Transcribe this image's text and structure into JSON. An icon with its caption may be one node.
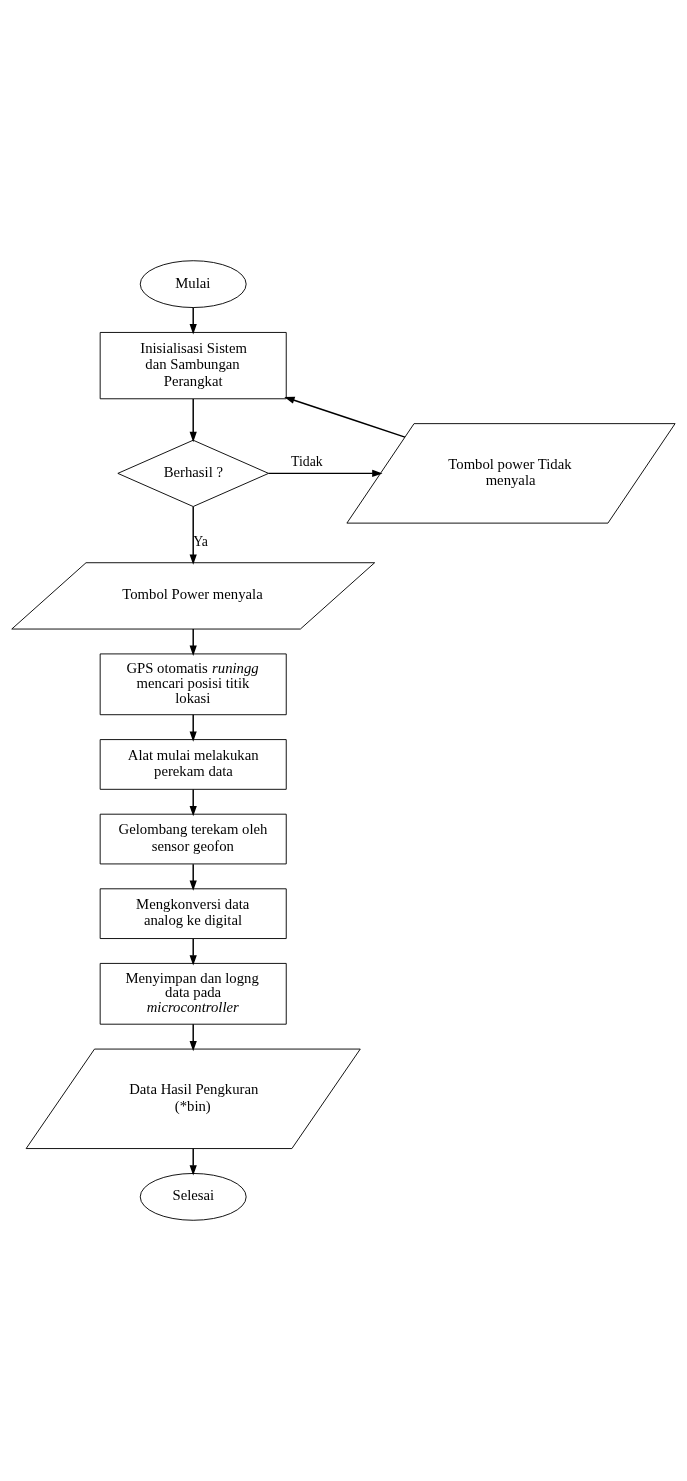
{
  "diagram": {
    "nodes": [
      {
        "text": [
          "Mulai"
        ]
      },
      {
        "text": [
          "Inisialisasi Sistem dan Sambungan Perangkat"
        ]
      },
      {
        "text": [
          "Berhasil ?"
        ]
      },
      {
        "text": [
          "Tombol power Tidak menyala"
        ]
      },
      {
        "text": [
          "Tombol Power menyala"
        ]
      },
      {
        "text": [
          "GPS otomatis *runingg* mencari posisi titik lokasi"
        ]
      },
      {
        "text": [
          "Alat mulai melakukan perekam data"
        ]
      },
      {
        "text": [
          "Gelombang terekam oleh sensor geofon"
        ]
      },
      {
        "text": [
          "Mengkonversi data analog ke digital"
        ]
      },
      {
        "text": [
          "Menyimpan dan logng data pada *microcontroller*"
        ]
      },
      {
        "text": [
          "Data Hasil Pengkuran (*bin)"
        ]
      },
      {
        "text": [
          "Selesai"
        ]
      }
    ],
    "edges": [
      {
        "from": 0,
        "to": 1,
        "arrow": "to"
      },
      {
        "from": 1,
        "to": 2,
        "arrow": "to"
      },
      {
        "from": 2,
        "to": 3,
        "arrow": "to",
        "label": "Tidak"
      },
      {
        "from": 3,
        "to": 1,
        "arrow": "to"
      },
      {
        "from": 2,
        "to": 4,
        "arrow": "to",
        "label": "Ya"
      },
      {
        "from": 4,
        "to": 5,
        "arrow": "to"
      },
      {
        "from": 5,
        "to": 6,
        "arrow": "to"
      },
      {
        "from": 6,
        "to": 7,
        "arrow": "to"
      },
      {
        "from": 7,
        "to": 8,
        "arrow": "to"
      },
      {
        "from": 8,
        "to": 9,
        "arrow": "to"
      },
      {
        "from": 9,
        "to": 10,
        "arrow": "to"
      },
      {
        "from": 10,
        "to": 11,
        "arrow": "to"
      }
    ]
  }
}
